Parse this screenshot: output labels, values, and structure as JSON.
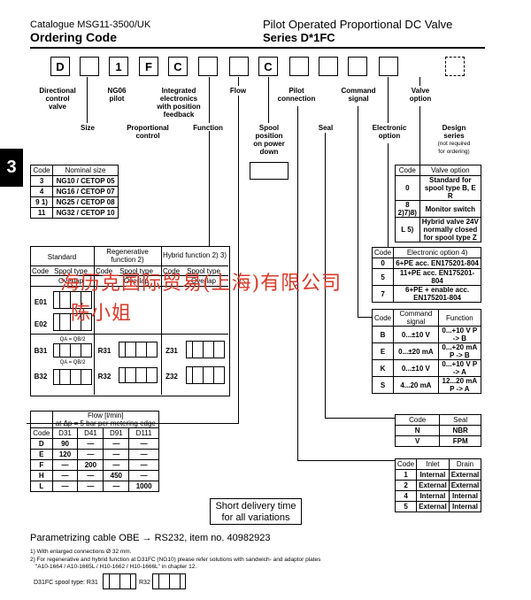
{
  "header": {
    "catalogue": "Catalogue MSG11-3500/UK",
    "ordering": "Ordering Code",
    "product": "Pilot Operated Proportional DC Valve",
    "series": "Series D*1FC"
  },
  "side_tab": "3",
  "code_boxes": [
    "D",
    "",
    "1",
    "F",
    "C",
    "",
    "",
    "C",
    "",
    "",
    "",
    "",
    ""
  ],
  "labels": {
    "directional": "Directional\ncontrol\nvalve",
    "size": "Size",
    "ng06": "NG06\npilot",
    "proportional": "Proportional\ncontrol",
    "integrated": "Integrated\nelectronics\nwith position\nfeedback",
    "function": "Function",
    "flow": "Flow",
    "pilot_conn": "Pilot\nconnection",
    "spool_pos": "Spool\nposition\non power\ndown",
    "seal": "Seal",
    "command": "Command\nsignal",
    "electronic": "Electronic\noption",
    "valve_opt": "Valve\noption",
    "design": "Design\nseries",
    "design_note": "(not required\nfor ordering)"
  },
  "size_table": {
    "headers": [
      "Code",
      "Nominal size"
    ],
    "rows": [
      [
        "3",
        "NG10 / CETOP 05"
      ],
      [
        "4",
        "NG16 / CETOP 07"
      ],
      [
        "9 1)",
        "NG25 / CETOP 08"
      ],
      [
        "11",
        "NG32 / CETOP 10"
      ]
    ]
  },
  "valve_option": {
    "headers": [
      "Code",
      "Valve option"
    ],
    "rows": [
      [
        "0",
        "Standard for spool type B, E R"
      ],
      [
        "8 2)7)8)",
        "Monitor switch"
      ],
      [
        "L 5)",
        "Hybrid valve 24V normally closed for spool type Z"
      ]
    ]
  },
  "electronic_option": {
    "headers": [
      "Code",
      "Electronic option 4)"
    ],
    "rows": [
      [
        "0",
        "6+PE acc. EN175201-804"
      ],
      [
        "5",
        "11+PE acc. EN175201-804"
      ],
      [
        "7",
        "6+PE + enable acc. EN175201-804"
      ]
    ]
  },
  "command_signal": {
    "headers": [
      "Code",
      "Command signal",
      "Function"
    ],
    "rows": [
      [
        "B",
        "0...±10 V",
        "0...+10 V P -> B"
      ],
      [
        "E",
        "0...±20 mA",
        "0...+20 mA P -> B"
      ],
      [
        "K",
        "0...±10 V",
        "0...+10 V P -> A"
      ],
      [
        "S",
        "4...20 mA",
        "12...20 mA P -> A"
      ]
    ]
  },
  "seal_table": {
    "headers": [
      "Code",
      "Seal"
    ],
    "rows": [
      [
        "N",
        "NBR"
      ],
      [
        "V",
        "FPM"
      ]
    ]
  },
  "pilot_table": {
    "headers": [
      "Code",
      "Inlet",
      "Drain"
    ],
    "rows": [
      [
        "1",
        "Internal",
        "External"
      ],
      [
        "2",
        "External",
        "External"
      ],
      [
        "4",
        "Internal",
        "Internal"
      ],
      [
        "5",
        "External",
        "Internal"
      ]
    ]
  },
  "function_cols": {
    "standard": "Standard",
    "regen": "Regenerative\nfunction 2)",
    "hybrid": "Hybrid function 2) 3)",
    "code": "Code",
    "spool": "Spool type",
    "overlap": "Overlap"
  },
  "function_codes": {
    "std": [
      "E01",
      "E02",
      "B31",
      "B32"
    ],
    "regen": [
      "R31",
      "R32"
    ],
    "hybrid": [
      "Z31",
      "Z32"
    ],
    "qa_qb": "QA = QB/2"
  },
  "flow_table": {
    "title": "Flow [l/min]\nat Δp = 5 bar per metering edge",
    "headers": [
      "Code",
      "D31",
      "D41",
      "D91",
      "D111"
    ],
    "rows": [
      [
        "D",
        "90",
        "—",
        "—",
        "—"
      ],
      [
        "E",
        "120",
        "—",
        "—",
        "—"
      ],
      [
        "F",
        "—",
        "200",
        "—",
        "—"
      ],
      [
        "H",
        "—",
        "—",
        "450",
        "—"
      ],
      [
        "L",
        "—",
        "—",
        "—",
        "1000"
      ]
    ]
  },
  "delivery": "Short delivery time\nfor all variations",
  "param": "Parametrizing cable OBE → RS232, item no. 40982923",
  "notes": [
    "1) With enlarged connections Ø 32 mm.",
    "2) For regenerative and hybrid function at D31FC (NG10) please refer solutions with sandwich- and adaptor plates",
    "\"A10-1664 / A10-1665L / H10-1662 / H10-1666L\" in chapter 12."
  ],
  "spool_foot": {
    "label": "D31FC spool type: R31",
    "r32": "R32"
  },
  "watermark": {
    "line1": "海历克国际贸易(上海)有限公司",
    "line2": "陈小姐"
  }
}
